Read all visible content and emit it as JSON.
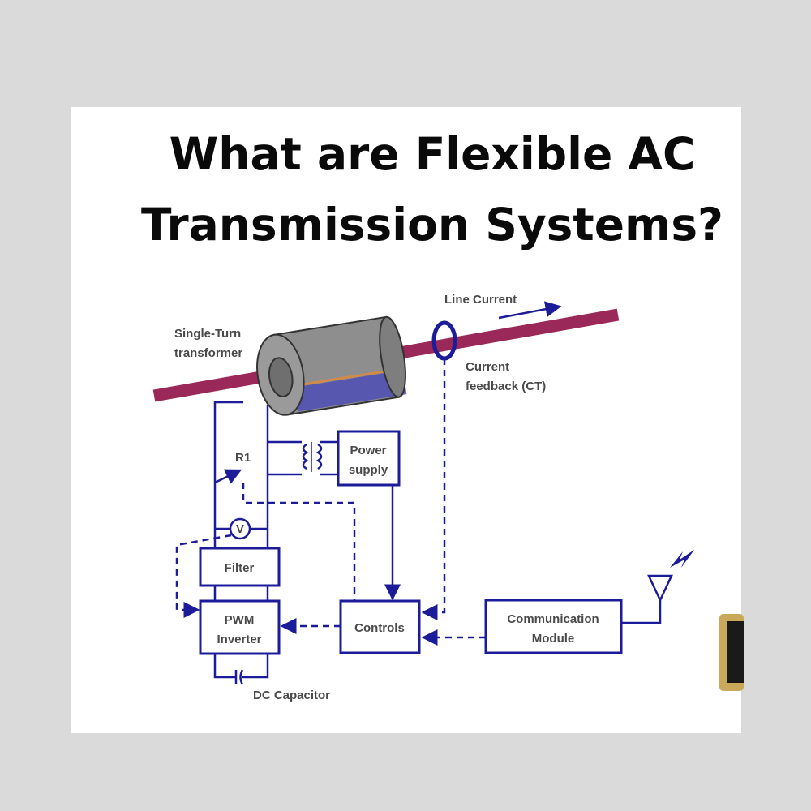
{
  "title": {
    "line1": "What are Flexible AC",
    "line2": "Transmission Systems?"
  },
  "diagram": {
    "labels": {
      "line_current": "Line Current",
      "single_turn_1": "Single-Turn",
      "single_turn_2": "transformer",
      "ct_1": "Current",
      "ct_2": "feedback (CT)",
      "r1": "R1",
      "voltmeter": "V",
      "dc_capacitor": "DC Capacitor"
    },
    "blocks": {
      "power_supply_1": "Power",
      "power_supply_2": "supply",
      "filter": "Filter",
      "pwm_1": "PWM",
      "pwm_2": "Inverter",
      "controls": "Controls",
      "comm_1": "Communication",
      "comm_2": "Module"
    },
    "colors": {
      "line": "#9a2858",
      "wire": "#1c1c9a",
      "core": "#8c8c8c",
      "background": "#dadada"
    }
  }
}
